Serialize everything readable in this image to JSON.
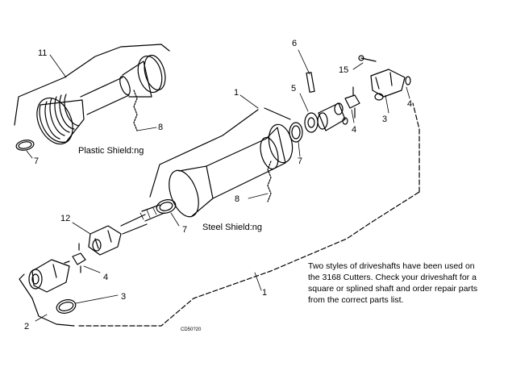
{
  "labels": {
    "n11": "11",
    "n8_top": "8",
    "n7_left": "7",
    "plastic": "Plastic Shield:ng",
    "n6": "6",
    "n15": "15",
    "n5": "5",
    "n1_top": "1",
    "n4_right": "4",
    "n3_right": "3",
    "n4_mid": "4",
    "n7_mid": "7",
    "n8_mid": "8",
    "n12": "12",
    "n7_low": "7",
    "steel": "Steel Shield:ng",
    "n4_low": "4",
    "n3_low": "3",
    "n1_low": "1",
    "n2": "2",
    "code": "CD50?20"
  },
  "note": {
    "line1": "Two styles of driveshafts have been used on",
    "line2": "the 3168 Cutters. Check your driveshaft for a",
    "line3": "square or splined shaft and order repair parts",
    "line4": "from the correct parts list."
  }
}
